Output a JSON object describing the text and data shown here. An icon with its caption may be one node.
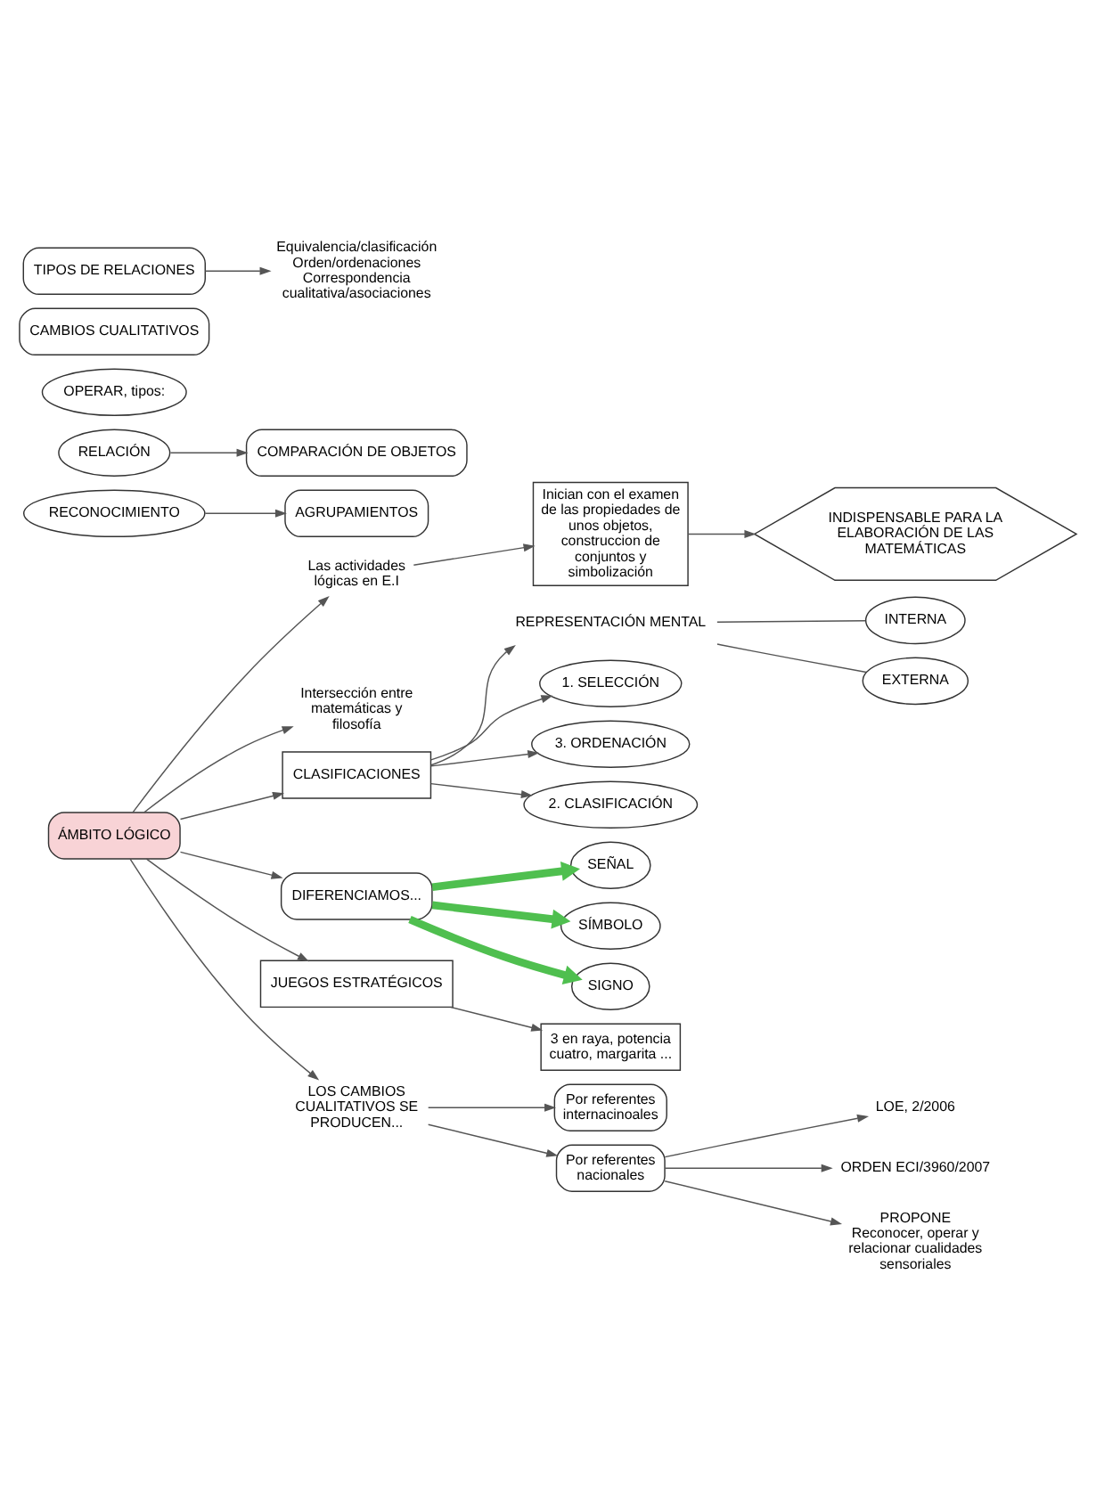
{
  "diagram": {
    "nodes": [
      {
        "text": [
          "Inician con el examen de las propiedades de unos objetos, construccion de conjuntos y simbolización"
        ]
      },
      {
        "text": [
          "INDISPENSABLE PARA LA ELABORACIÓN DE LAS MATEMÁTICAS"
        ]
      },
      {
        "text": [
          "Las actividades lógicas en E.I"
        ]
      },
      {
        "text": [
          "Intersección entre matemáticas y filosofía"
        ]
      },
      {
        "text": [
          "CLASIFICACIONES"
        ]
      },
      {
        "text": [
          "REPRESENTACIÓN MENTAL"
        ]
      },
      {
        "text": [
          "DIFERENCIAMOS..."
        ]
      },
      {
        "text": [
          "1. SELECCIÓN"
        ]
      },
      {
        "text": [
          "3. ORDENACIÓN"
        ]
      },
      {
        "text": [
          "INTERNA"
        ]
      },
      {
        "text": [
          "SEÑAL"
        ]
      },
      {
        "text": [
          "SÍMBOLO"
        ]
      },
      {
        "text": [
          "2. CLASIFICACIÓN"
        ]
      },
      {
        "text": [
          "EXTERNA"
        ]
      },
      {
        "text": [
          "SIGNO"
        ]
      },
      {
        "text": [
          "ÁMBITO LÓGICO"
        ]
      },
      {
        "text": [
          "JUEGOS ESTRATÉGICOS"
        ]
      },
      {
        "text": [
          "LOS CAMBIOS CUALITATIVOS SE PRODUCEN..."
        ]
      },
      {
        "text": [
          "3 en raya, potencia cuatro, margarita ..."
        ]
      },
      {
        "text": [
          "LOE, 2/2006"
        ]
      },
      {
        "text": [
          "Por referentes internacinoales"
        ]
      },
      {
        "text": [
          "Por referentes nacionales"
        ]
      },
      {
        "text": [
          "ORDEN ECI/3960/2007"
        ]
      },
      {
        "text": [
          "PROPONE",
          "Reconocer, operar y relacionar cualidades sensoriales"
        ]
      },
      {
        "text": [
          "RECONOCIMIENTO"
        ]
      },
      {
        "text": [
          "RELACIÓN"
        ]
      },
      {
        "text": [
          "OPERAR, tipos:"
        ]
      },
      {
        "text": [
          "AGRUPAMIENTOS"
        ]
      },
      {
        "text": [
          "COMPARACIÓN DE OBJETOS"
        ]
      },
      {
        "text": [
          "CAMBIOS CUALITATIVOS"
        ]
      },
      {
        "text": [
          "TIPOS DE RELACIONES"
        ]
      },
      {
        "text": [
          "Equivalencia/clasificación Orden/ordenaciones Correspondencia cualitativa/asociaciones"
        ]
      }
    ],
    "edges": [
      {
        "from": 15,
        "to": 2,
        "arrow": "to"
      },
      {
        "from": 2,
        "to": 0,
        "arrow": "to"
      },
      {
        "from": 0,
        "to": 1,
        "arrow": "to"
      },
      {
        "from": 15,
        "to": 3,
        "arrow": "to"
      },
      {
        "from": 15,
        "to": 4,
        "arrow": "to"
      },
      {
        "from": 4,
        "to": 5,
        "arrow": "to"
      },
      {
        "from": 4,
        "to": 7,
        "arrow": "to"
      },
      {
        "from": 4,
        "to": 8,
        "arrow": "to"
      },
      {
        "from": 4,
        "to": 12,
        "arrow": "to"
      },
      {
        "from": 5,
        "to": 9,
        "arrow": "none"
      },
      {
        "from": 5,
        "to": 13,
        "arrow": "none"
      },
      {
        "from": 15,
        "to": 6,
        "arrow": "to"
      },
      {
        "from": 6,
        "to": 10,
        "arrow": "to",
        "style": "thick",
        "color": "#4fbf4f"
      },
      {
        "from": 6,
        "to": 11,
        "arrow": "to",
        "style": "thick",
        "color": "#4fbf4f"
      },
      {
        "from": 6,
        "to": 14,
        "arrow": "to",
        "style": "thick",
        "color": "#4fbf4f"
      },
      {
        "from": 15,
        "to": 16,
        "arrow": "to"
      },
      {
        "from": 16,
        "to": 18,
        "arrow": "to"
      },
      {
        "from": 15,
        "to": 17,
        "arrow": "to"
      },
      {
        "from": 17,
        "to": 20,
        "arrow": "to"
      },
      {
        "from": 17,
        "to": 21,
        "arrow": "to"
      },
      {
        "from": 21,
        "to": 19,
        "arrow": "to"
      },
      {
        "from": 21,
        "to": 22,
        "arrow": "to"
      },
      {
        "from": 21,
        "to": 23,
        "arrow": "to"
      },
      {
        "from": 24,
        "to": 27,
        "arrow": "to"
      },
      {
        "from": 25,
        "to": 28,
        "arrow": "to"
      },
      {
        "from": 30,
        "to": 31,
        "arrow": "to"
      }
    ]
  }
}
